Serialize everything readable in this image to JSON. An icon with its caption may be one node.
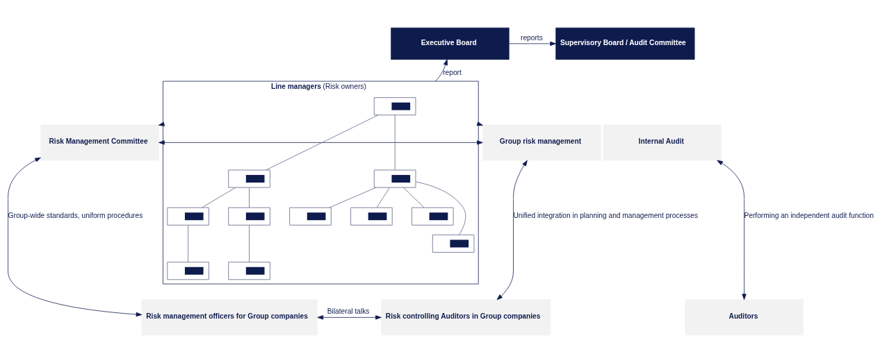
{
  "diagram": {
    "nodes": [
      {
        "text": [
          "Executive Board"
        ]
      },
      {
        "text": [
          "Supervisory Board / Audit Committee"
        ]
      },
      {
        "text": [
          "Risk Management Committee"
        ]
      },
      {
        "text": [
          "**Line managers** (Risk owners)"
        ]
      },
      {
        "text": [],
        "shape": "box",
        "in": 3
      },
      {
        "text": [],
        "shape": "box",
        "in": 3
      },
      {
        "text": [],
        "shape": "box",
        "in": 3
      },
      {
        "text": [],
        "shape": "box",
        "in": 3
      },
      {
        "text": [],
        "shape": "box",
        "in": 3
      },
      {
        "text": [],
        "shape": "box",
        "in": 3
      },
      {
        "text": [],
        "shape": "box",
        "in": 3
      },
      {
        "text": [],
        "shape": "box",
        "in": 3
      },
      {
        "text": [],
        "shape": "box",
        "in": 3
      },
      {
        "text": [],
        "shape": "box",
        "in": 3
      },
      {
        "text": [],
        "shape": "box",
        "in": 3
      },
      {
        "text": [
          "Group risk management"
        ]
      },
      {
        "text": [
          "Internal Audit"
        ]
      },
      {
        "text": [
          "Risk management officers for Group companies"
        ]
      },
      {
        "text": [
          "Risk controlling Auditors in Group companies"
        ]
      },
      {
        "text": [
          "Auditors"
        ]
      }
    ],
    "edges": [
      {
        "from": 0,
        "to": 1,
        "arrow": "to",
        "label": "reports"
      },
      {
        "from": 3,
        "to": 0,
        "arrow": "to",
        "label": "report"
      },
      {
        "from": 3,
        "to": 2,
        "arrow": "to"
      },
      {
        "from": 3,
        "to": 15,
        "arrow": "to"
      },
      {
        "from": 2,
        "to": 15,
        "arrow": "both"
      },
      {
        "from": 2,
        "to": 17,
        "arrow": "both",
        "label": "Group-wide standards, uniform procedures"
      },
      {
        "from": 15,
        "to": 18,
        "arrow": "both",
        "label": "Unified integration in planning and management processes"
      },
      {
        "from": 16,
        "to": 19,
        "arrow": "both",
        "label": "Performing an independent audit function"
      },
      {
        "from": 17,
        "to": 18,
        "arrow": "both",
        "label": "Bilateral talks"
      },
      {
        "from": 4,
        "to": 5,
        "arrow": "none"
      },
      {
        "from": 4,
        "to": 6,
        "arrow": "none"
      },
      {
        "from": 5,
        "to": 7,
        "arrow": "none"
      },
      {
        "from": 5,
        "to": 8,
        "arrow": "none"
      },
      {
        "from": 7,
        "to": 11,
        "arrow": "none"
      },
      {
        "from": 8,
        "to": 12,
        "arrow": "none"
      },
      {
        "from": 6,
        "to": 9,
        "arrow": "none"
      },
      {
        "from": 6,
        "to": 10,
        "arrow": "none"
      },
      {
        "from": 6,
        "to": 13,
        "arrow": "none"
      },
      {
        "from": 6,
        "to": 14,
        "arrow": "none"
      }
    ]
  }
}
